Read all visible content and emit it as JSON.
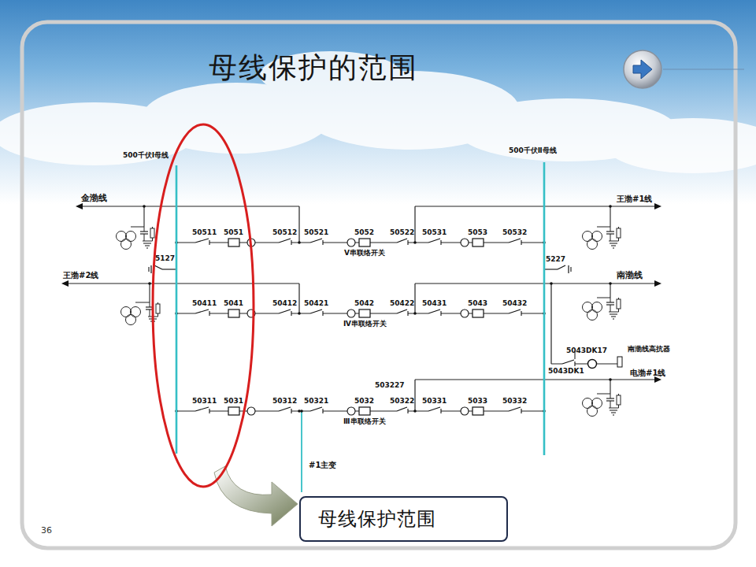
{
  "diagram": {
    "title": "母线保护的范围",
    "nodes": [
      {
        "text": [
          "母线保护范围"
        ]
      }
    ],
    "labels": [
      "500千伏Ⅰ母线",
      "500千伏Ⅱ母线",
      "金渤线",
      "王渤#1线",
      "王渤#2线",
      "南渤线",
      "50511",
      "5051",
      "50512",
      "50521",
      "5052",
      "50522",
      "50531",
      "5053",
      "50532",
      "V串联络开关",
      "5127",
      "5227",
      "50411",
      "5041",
      "50412",
      "50421",
      "5042",
      "50422",
      "50431",
      "5043",
      "50432",
      "Ⅳ串联络开关",
      "5043DK17",
      "南渤线高抗器",
      "5043DK1",
      "电渤#1线",
      "503227",
      "50311",
      "5031",
      "50312",
      "50321",
      "5032",
      "50322",
      "50331",
      "5033",
      "50332",
      "Ⅲ串联络开关",
      "#1主变",
      "36"
    ]
  }
}
